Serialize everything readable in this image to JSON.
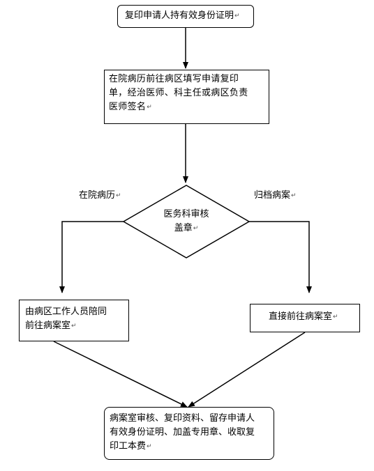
{
  "flowchart": {
    "step1": "复印申请人持有效身份证明",
    "step2_lines": [
      "在院病历前往病区填写申请复印",
      "单，经治医师、科主任或病区负责",
      "医师签名"
    ],
    "decision_lines": [
      "医务科审核",
      "盖章"
    ],
    "branch_left_label": "在院病历",
    "branch_right_label": "归档病案",
    "left_box_lines": [
      "由病区工作人员陪同",
      "前往病案室"
    ],
    "right_box": "直接前往病案室",
    "final_lines": [
      "病案室审核、复印资料、留存申请人",
      "有效身份证明、加盖专用章、收取复",
      "印工本费"
    ],
    "paragraph_mark": "↵"
  }
}
